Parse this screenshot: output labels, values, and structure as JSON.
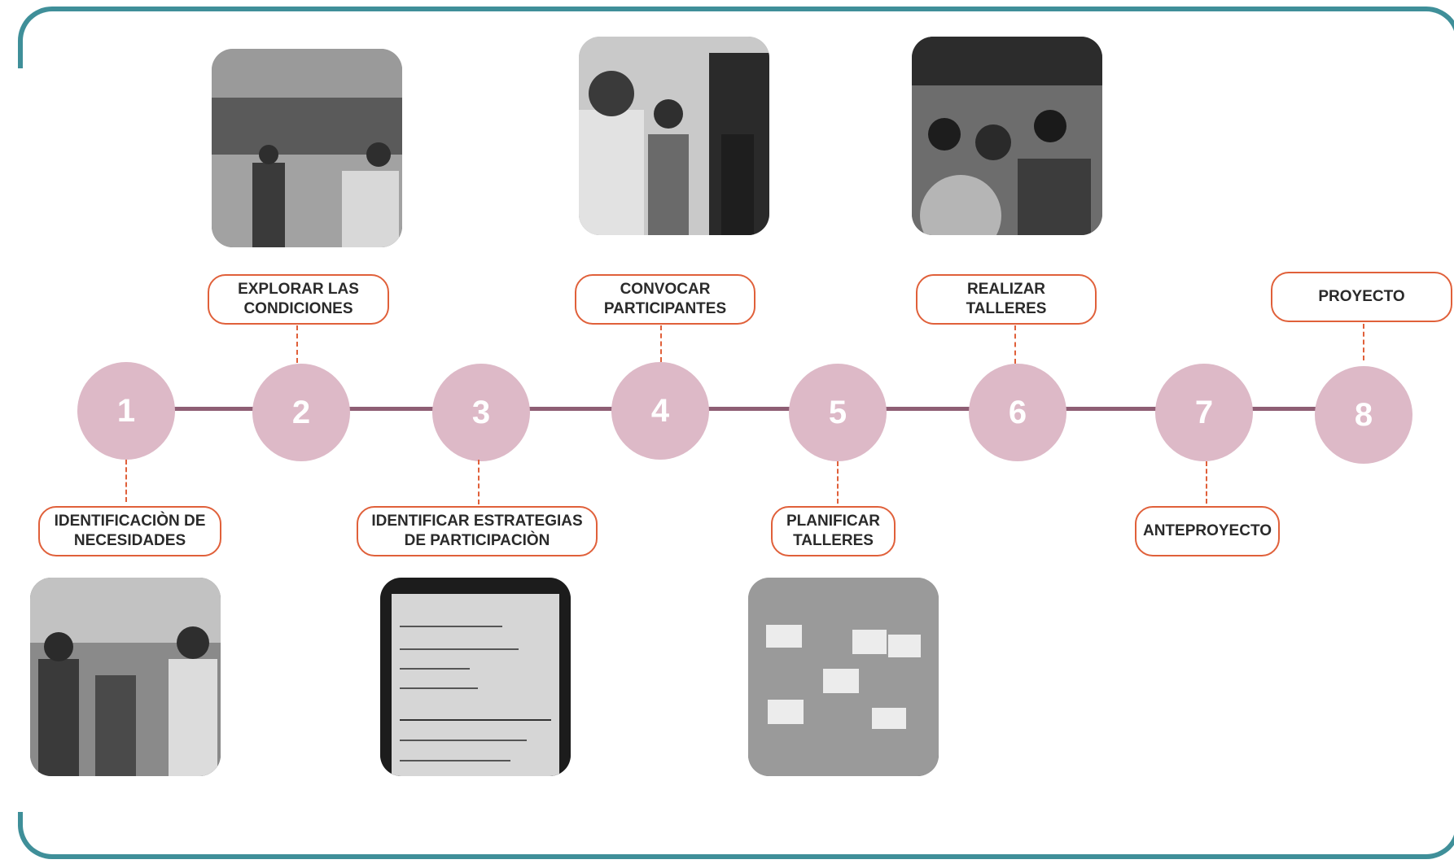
{
  "steps": [
    {
      "number": "1",
      "label_line1": "IDENTIFICACIÒN DE",
      "label_line2": "NECESIDADES"
    },
    {
      "number": "2",
      "label_line1": "EXPLORAR LAS",
      "label_line2": "CONDICIONES"
    },
    {
      "number": "3",
      "label_line1": "IDENTIFICAR ESTRATEGIAS",
      "label_line2": "DE PARTICIPACIÒN"
    },
    {
      "number": "4",
      "label_line1": "CONVOCAR",
      "label_line2": "PARTICIPANTES"
    },
    {
      "number": "5",
      "label_line1": "PLANIFICAR",
      "label_line2": "TALLERES"
    },
    {
      "number": "6",
      "label_line1": "REALIZAR",
      "label_line2": "TALLERES"
    },
    {
      "number": "7",
      "label_line1": "ANTEPROYECTO",
      "label_line2": ""
    },
    {
      "number": "8",
      "label_line1": "PROYECTO",
      "label_line2": ""
    }
  ],
  "colors": {
    "frame": "#3f8f99",
    "node_fill": "#ddb9c7",
    "timeline": "#8e5e74",
    "label_border": "#e0603a"
  }
}
